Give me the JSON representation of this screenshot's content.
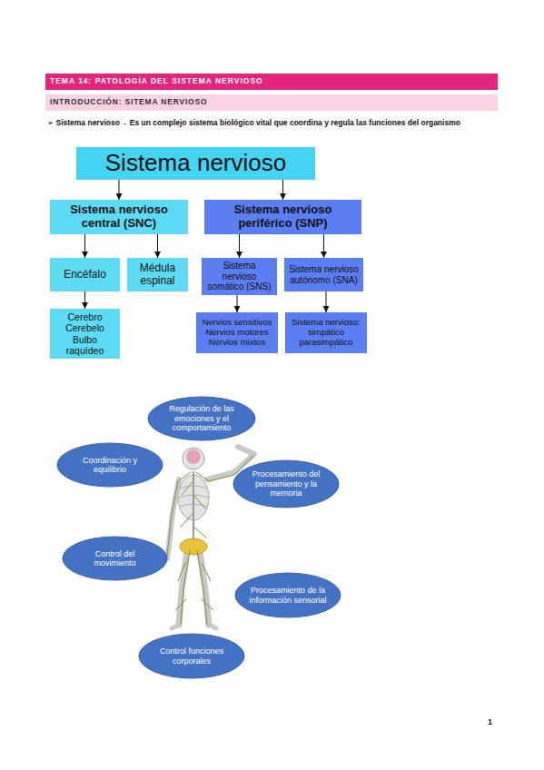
{
  "diagram": {
    "title": "TEMA 14: PATOLOGÍA DEL SISTEMA NERVIOSO",
    "nodes": [
      {
        "text": [
          "INTRODUCCIÓN: SITEMA NERVIOSO"
        ]
      },
      {
        "text": [
          "Sistema nervioso"
        ]
      },
      {
        "text": [
          "Sistema nervioso central (SNC)"
        ]
      },
      {
        "text": [
          "Sistema nervioso periférico (SNP)"
        ]
      },
      {
        "text": [
          "Encéfalo"
        ]
      },
      {
        "text": [
          "Médula espinal"
        ]
      },
      {
        "text": [
          "Sistema nervioso somático (SNS)"
        ]
      },
      {
        "text": [
          "Sistema nervioso autónomo (SNA)"
        ]
      },
      {
        "text": [
          "Cerebro Cerebelo Bulbo raquídeo"
        ]
      },
      {
        "text": [
          "Nervios sensitivos Nervios motores Nervios mixtos"
        ]
      },
      {
        "text": [
          "Sistema nervioso: simpático parasimpático"
        ]
      },
      {
        "text": [
          "Regulación de las emociones y el comportamiento"
        ]
      },
      {
        "text": [
          "Coordinación y equilibrio"
        ]
      },
      {
        "text": [
          "Procesamiento del pensamiento y la memoria"
        ]
      },
      {
        "text": [
          "Control del movimiento"
        ]
      },
      {
        "text": [
          "Procesamiento de la información sensorial"
        ]
      },
      {
        "text": [
          "Control funciones corporales"
        ]
      }
    ],
    "edges": [
      {
        "from": 1,
        "to": 2,
        "arrow": "to"
      },
      {
        "from": 1,
        "to": 3,
        "arrow": "to"
      },
      {
        "from": 2,
        "to": 4,
        "arrow": "to"
      },
      {
        "from": 2,
        "to": 5,
        "arrow": "to"
      },
      {
        "from": 4,
        "to": 8,
        "arrow": "to"
      },
      {
        "from": 3,
        "to": 6,
        "arrow": "to"
      },
      {
        "from": 3,
        "to": 7,
        "arrow": "to"
      },
      {
        "from": 6,
        "to": 9,
        "arrow": "to"
      },
      {
        "from": 7,
        "to": 10,
        "arrow": "to"
      }
    ],
    "labels": [
      "➢ Sistema nervioso→ Es un complejo sistema biológico vital que coordina y regula las funciones del organismo",
      "1"
    ]
  }
}
